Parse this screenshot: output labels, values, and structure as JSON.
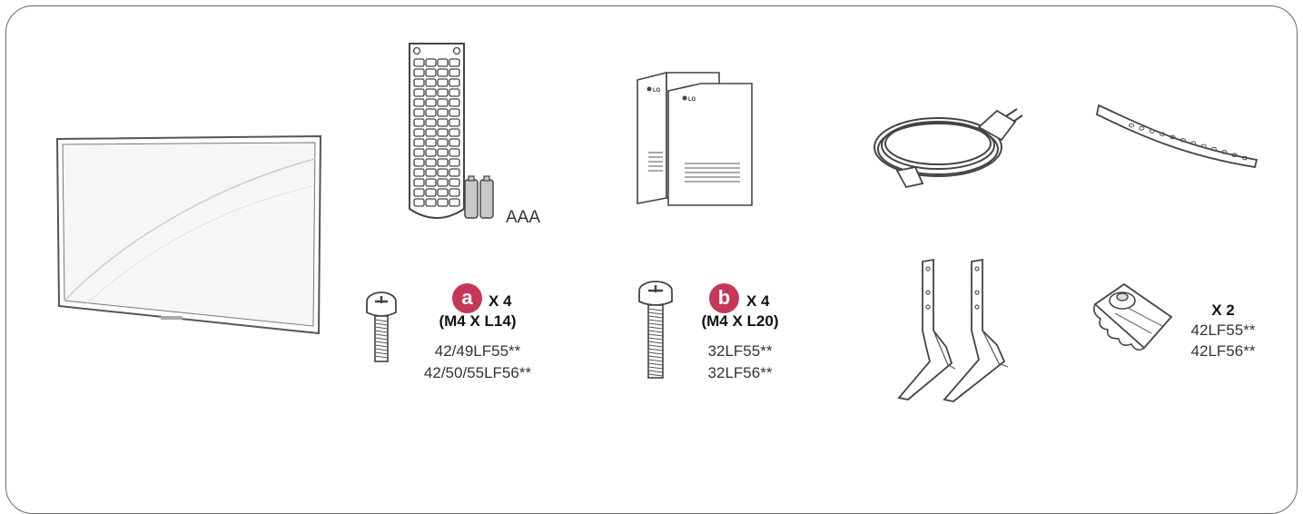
{
  "colors": {
    "badge": "#c5385a",
    "stroke": "#444444",
    "frame": "#6a6a6a"
  },
  "remote": {
    "battery_label": "AAA"
  },
  "manual": {
    "logo_text": "LG"
  },
  "screw_a": {
    "badge": "a",
    "count": "X 4",
    "size": "(M4 X L14)",
    "models": [
      "42/49LF55**",
      "42/50/55LF56**"
    ]
  },
  "screw_b": {
    "badge": "b",
    "count": "X 4",
    "size": "(M4 X L20)",
    "models": [
      "32LF55**",
      "32LF56**"
    ]
  },
  "spacer": {
    "count": "X 2",
    "models": [
      "42LF55**",
      "42LF56**"
    ]
  }
}
